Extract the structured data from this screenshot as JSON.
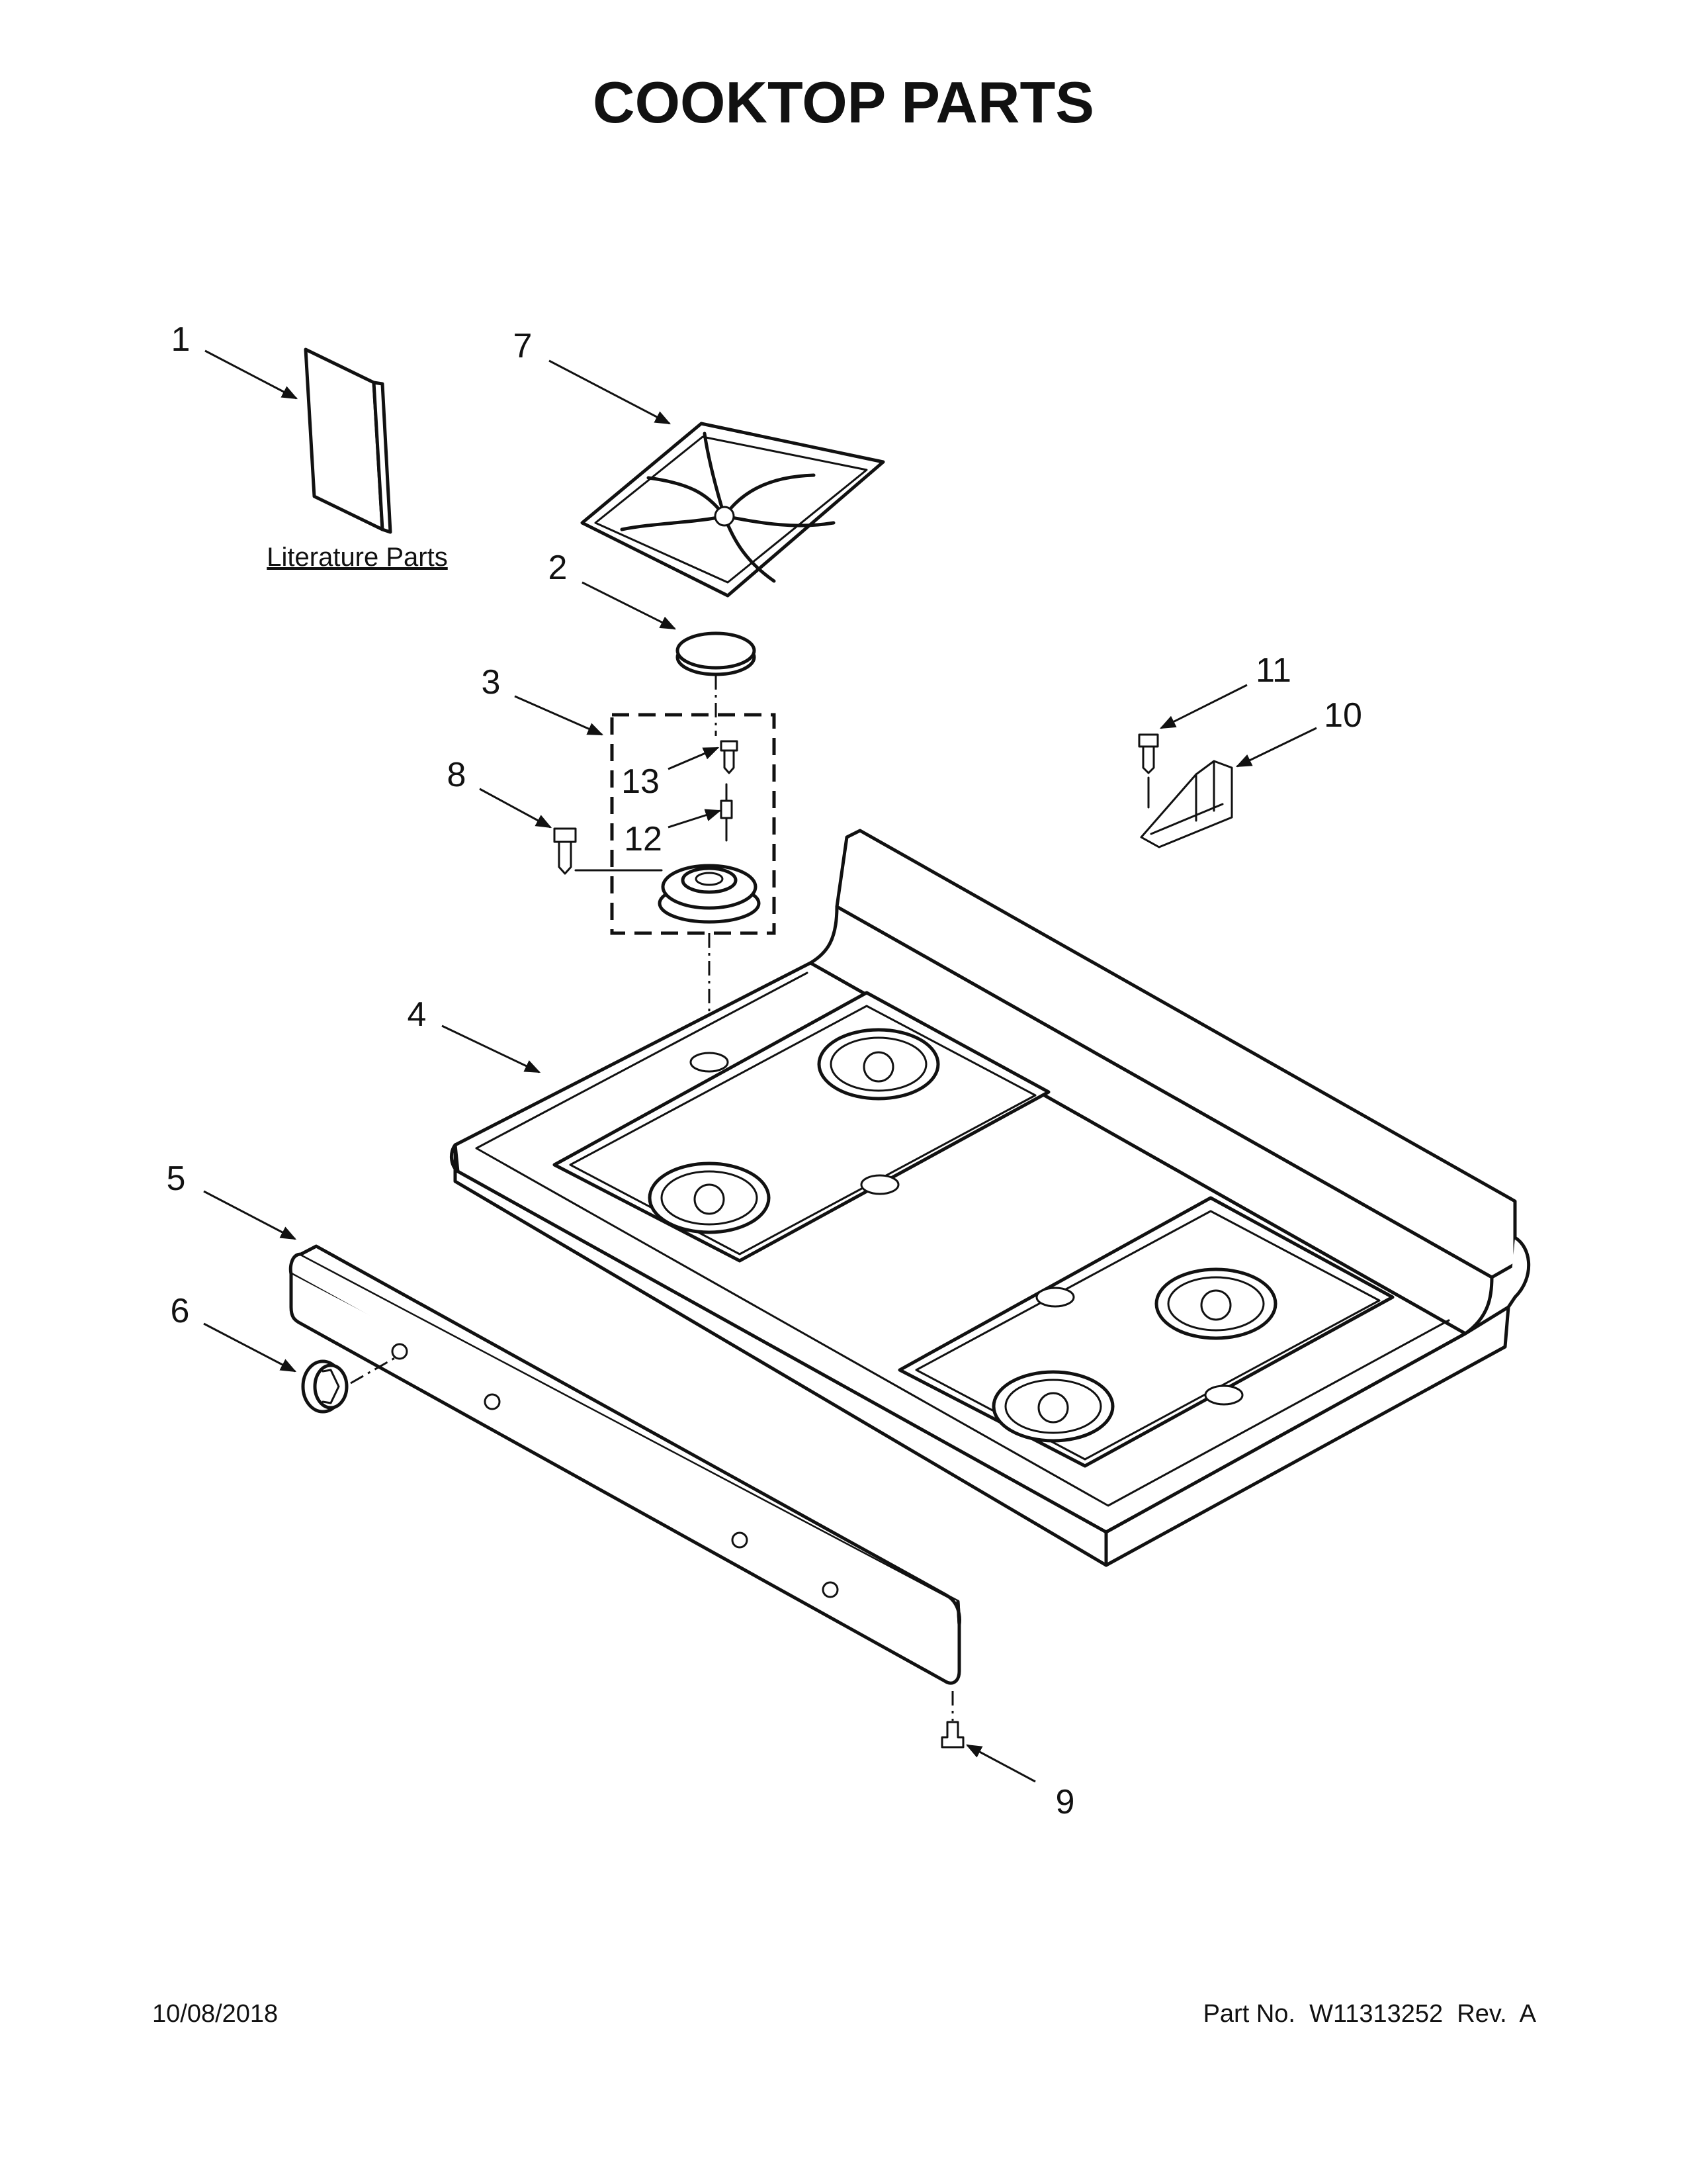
{
  "title": "COOKTOP PARTS",
  "literature_label": "Literature Parts",
  "callouts": {
    "c1": "1",
    "c2": "2",
    "c3": "3",
    "c4": "4",
    "c5": "5",
    "c6": "6",
    "c7": "7",
    "c8": "8",
    "c9": "9",
    "c10": "10",
    "c11": "11",
    "c12": "12",
    "c13": "13"
  },
  "footer": {
    "date": "10/08/2018",
    "part_no": "Part No.  W11313252  Rev.  A"
  }
}
